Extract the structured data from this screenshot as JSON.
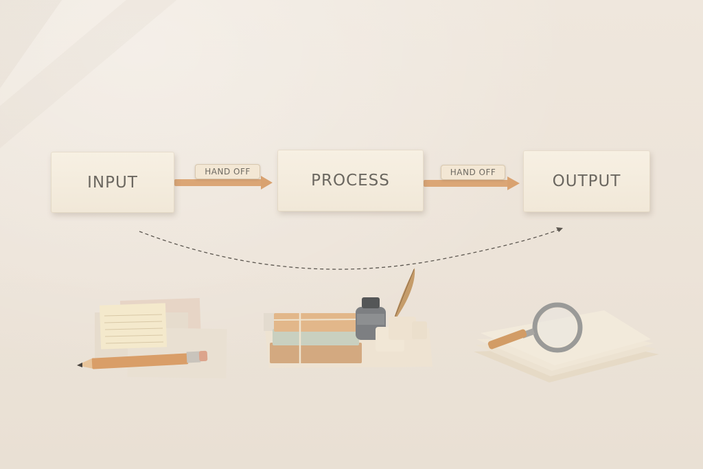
{
  "diagram": {
    "stages": [
      {
        "label": "INPUT"
      },
      {
        "label": "PROCESS"
      },
      {
        "label": "OUTPUT"
      }
    ],
    "handoffs": [
      {
        "label": "HAND OFF"
      },
      {
        "label": "HAND OFF"
      }
    ]
  },
  "colors": {
    "background": "#ece3d8",
    "card": "#f4ecdd",
    "card_text": "#6b6760",
    "arrow": "#dba676",
    "dashed_arc": "#5c5750"
  },
  "props": [
    {
      "icon": "notecards-and-pencil-icon"
    },
    {
      "icon": "books-ink-quill-icon"
    },
    {
      "icon": "papers-and-magnifier-icon"
    }
  ]
}
